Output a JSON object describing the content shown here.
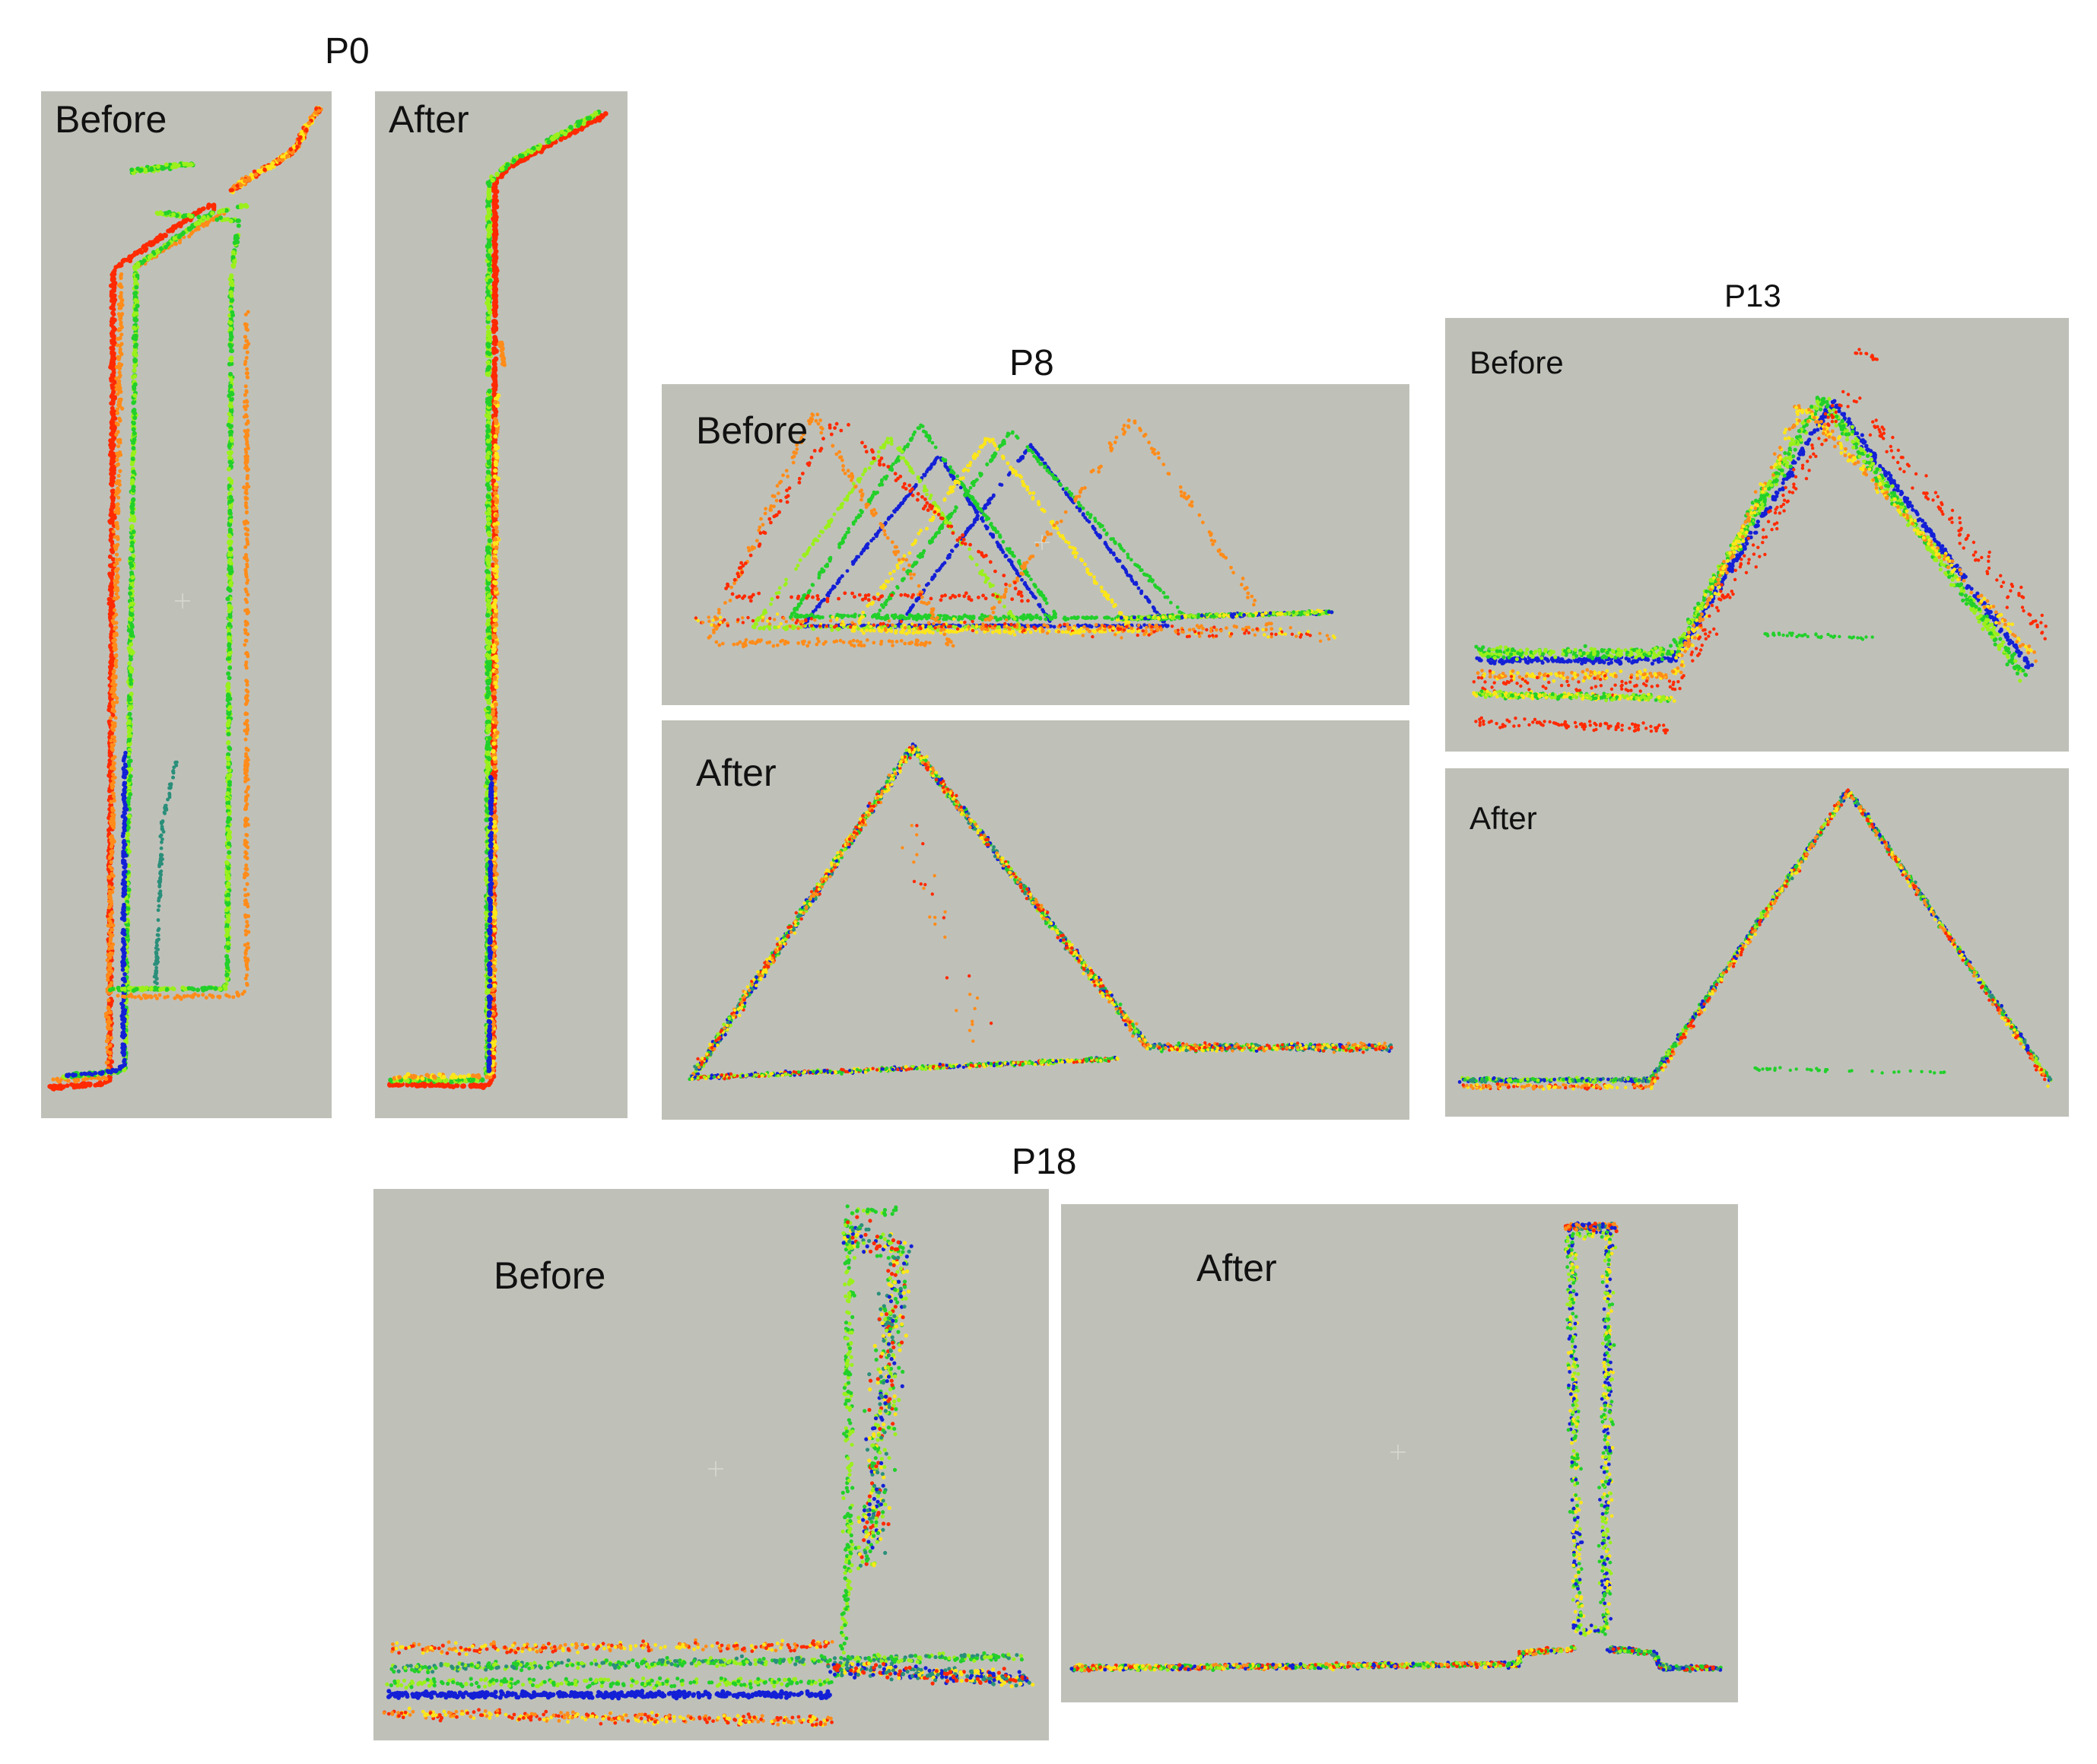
{
  "groups": {
    "p0": {
      "title": "P0",
      "before_label": "Before",
      "after_label": "After"
    },
    "p8": {
      "title": "P8",
      "before_label": "Before",
      "after_label": "After"
    },
    "p13": {
      "title": "P13",
      "before_label": "Before",
      "after_label": "After"
    },
    "p18": {
      "title": "P18",
      "before_label": "Before",
      "after_label": "After"
    }
  },
  "colors": {
    "background": "#bfc1b9",
    "point_colors": [
      "#ff2a00",
      "#ff8c1a",
      "#ffe619",
      "#9bf01c",
      "#22d02a",
      "#1fa35a",
      "#2a8f7a",
      "#1420d6"
    ]
  }
}
